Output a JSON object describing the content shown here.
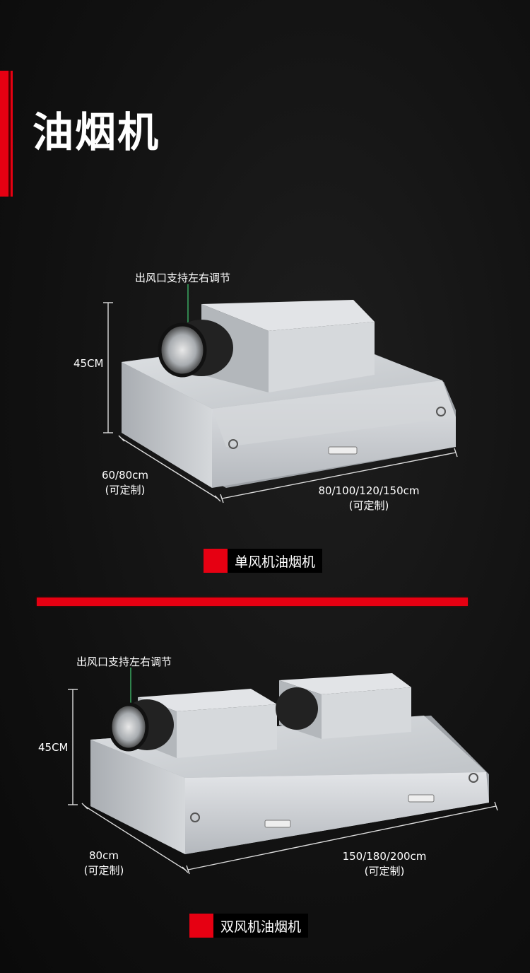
{
  "header": {
    "title": "油烟机"
  },
  "product_single": {
    "outlet_note": "出风口支持左右调节",
    "height": "45CM",
    "depth": "60/80cm",
    "depth_note": "(可定制)",
    "width": "80/100/120/150cm",
    "width_note": "(可定制)",
    "name": "单风机油烟机"
  },
  "product_double": {
    "outlet_note": "出风口支持左右调节",
    "height": "45CM",
    "depth": "80cm",
    "depth_note": "(可定制)",
    "width": "150/180/200cm",
    "width_note": "(可定制)",
    "name": "双风机油烟机"
  },
  "colors": {
    "accent": "#e60012",
    "background": "#111111",
    "steel": "#c9ccd0"
  }
}
